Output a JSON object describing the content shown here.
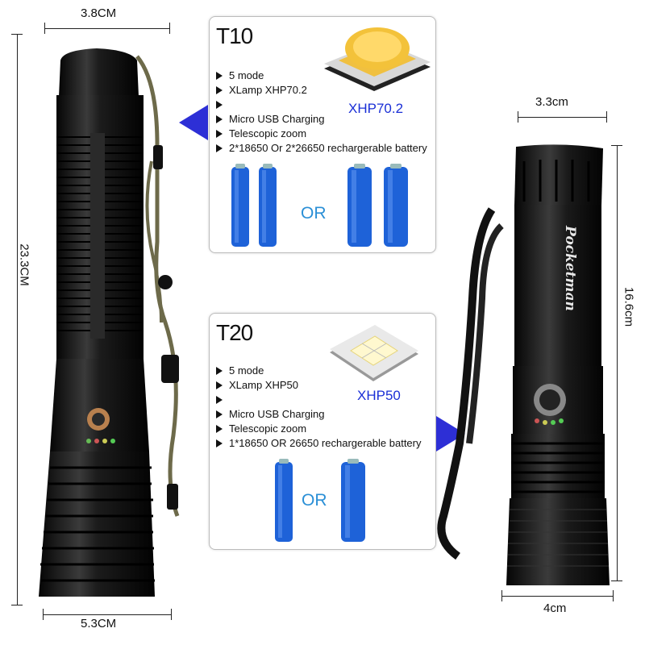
{
  "dimensions": {
    "t10_head_width": "3.8CM",
    "t10_length": "23.3CM",
    "t10_tail_width": "5.3CM",
    "t20_head_width": "3.3cm",
    "t20_length": "16.6cm",
    "t20_tail_width": "4cm"
  },
  "t10": {
    "model": "T10",
    "chip": "XHP70.2",
    "or_label": "OR",
    "features": [
      "5 mode",
      "XLamp XHP70.2",
      "",
      "Micro USB Charging",
      "Telescopic zoom",
      "2*18650 Or 2*26650 rechargerable battery"
    ]
  },
  "t20": {
    "model": "T20",
    "chip": "XHP50",
    "or_label": "OR",
    "features": [
      "5 mode",
      "XLamp XHP50",
      "",
      "Micro USB Charging",
      "Telescopic zoom",
      "1*18650 OR 26650 rechargerable battery"
    ]
  },
  "brand_on_flashlight": "Pocketman",
  "colors": {
    "pointer": "#2d2fd6",
    "chip_label": "#1a2fd6",
    "or_label": "#2a8fd6",
    "battery": "#1e62d8"
  }
}
